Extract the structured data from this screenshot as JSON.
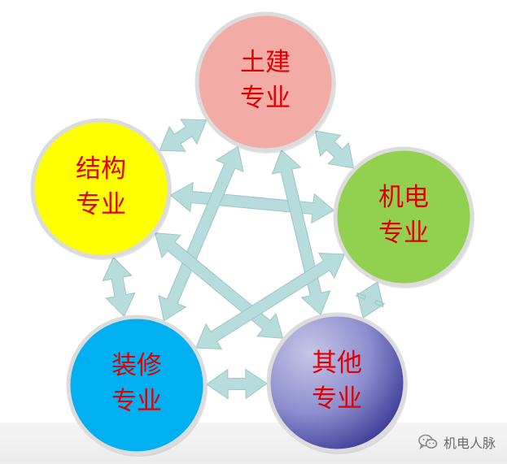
{
  "diagram": {
    "nodes": [
      {
        "id": "civil",
        "line1": "土建",
        "line2": "专业",
        "color": "#f3aba6"
      },
      {
        "id": "electromech",
        "line1": "机电",
        "line2": "专业",
        "color": "#92d050"
      },
      {
        "id": "other",
        "line1": "其他",
        "line2": "专业",
        "color": "#8f8fcf"
      },
      {
        "id": "decoration",
        "line1": "装修",
        "line2": "专业",
        "color": "#00b0f0"
      },
      {
        "id": "structure",
        "line1": "结构",
        "line2": "专业",
        "color": "#ffff00"
      }
    ],
    "connections": [
      [
        "civil",
        "structure"
      ],
      [
        "civil",
        "electromech"
      ],
      [
        "structure",
        "decoration"
      ],
      [
        "electromech",
        "other"
      ],
      [
        "decoration",
        "other"
      ],
      [
        "structure",
        "electromech"
      ],
      [
        "civil",
        "decoration"
      ],
      [
        "civil",
        "other"
      ],
      [
        "structure",
        "other"
      ],
      [
        "electromech",
        "decoration"
      ]
    ],
    "arrow_color": "#b7dcdc",
    "arrow_outline": "#9fc4c4",
    "label_color": "#e00000"
  },
  "watermark": {
    "text": "机电人脉",
    "icon": "wechat-icon"
  }
}
